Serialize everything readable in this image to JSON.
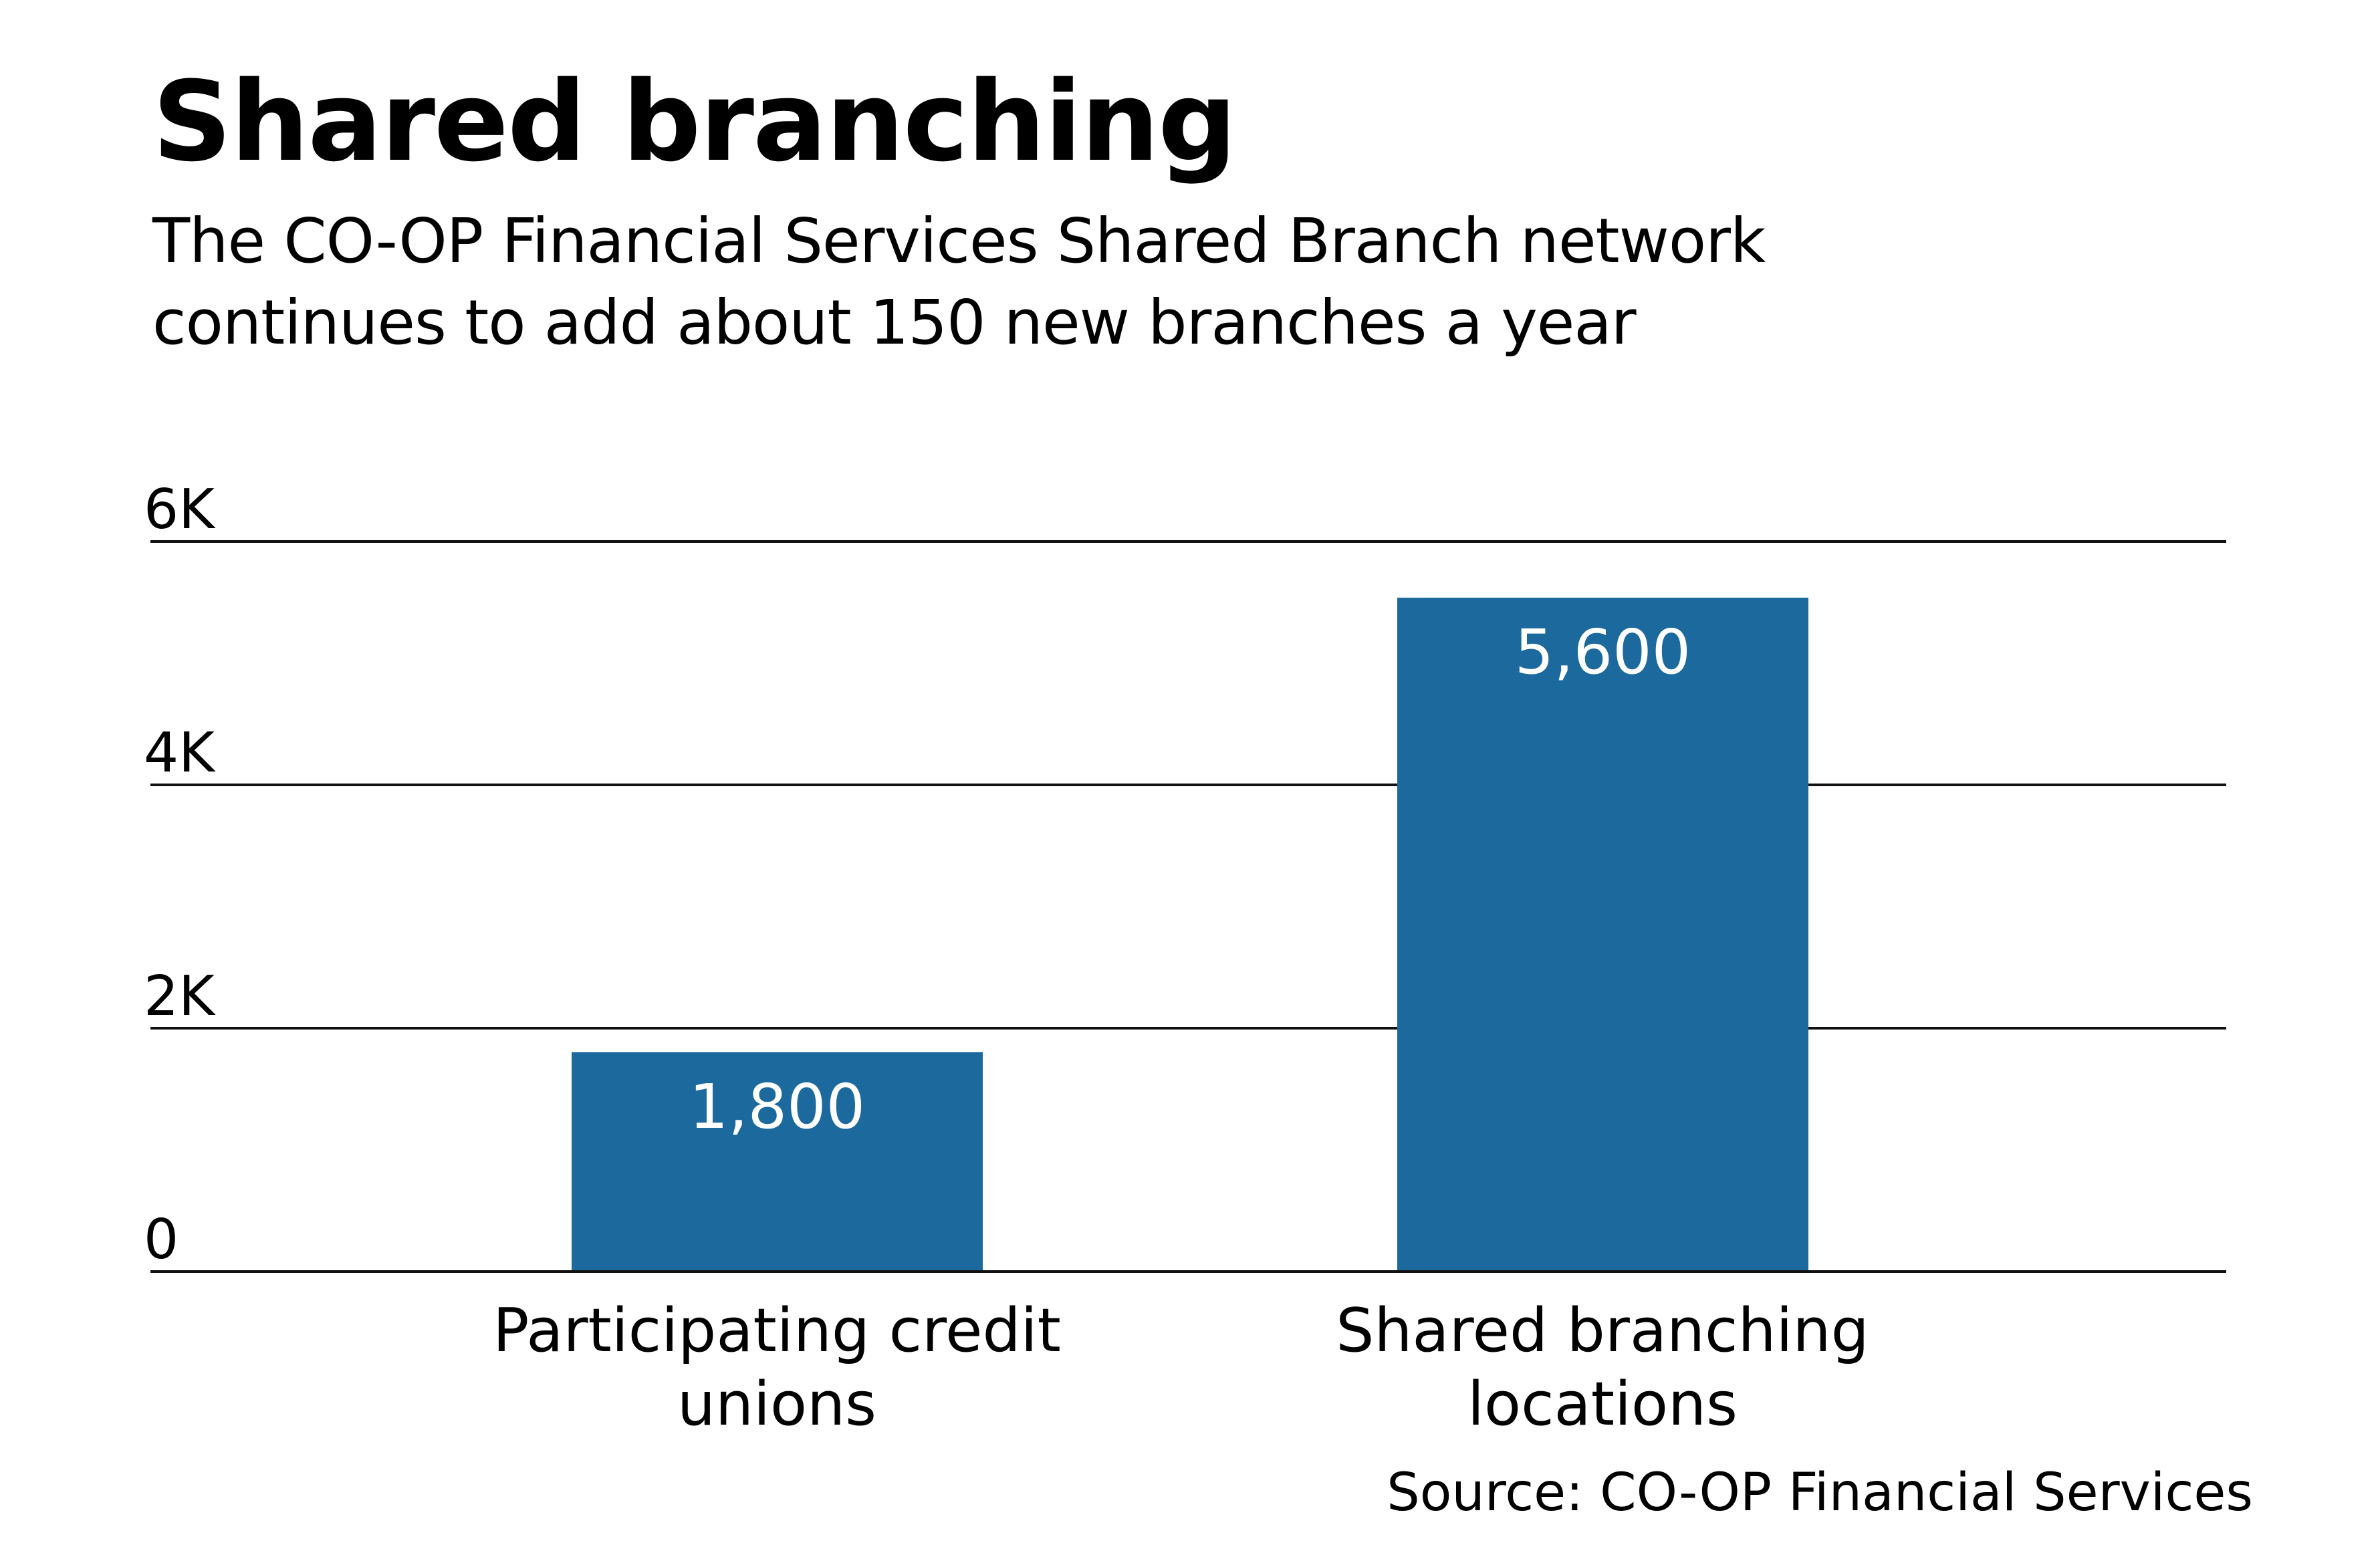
{
  "header": {
    "title": "Shared branching",
    "subtitle_line1": "The CO-OP Financial Services Shared Branch network",
    "subtitle_line2": "continues to add about 150 new branches a year"
  },
  "axis": {
    "ticks": [
      "6K",
      "4K",
      "2K",
      "0"
    ]
  },
  "bars": [
    {
      "category_line1": "Participating credit",
      "category_line2": "unions",
      "value_label": "1,800"
    },
    {
      "category_line1": "Shared branching",
      "category_line2": "locations",
      "value_label": "5,600"
    }
  ],
  "footer": {
    "source": "Source: CO-OP Financial Services"
  },
  "colors": {
    "bar": "#1c699e",
    "gridline": "#111111",
    "text": "#000000"
  },
  "chart_data": {
    "type": "bar",
    "title": "Shared branching",
    "subtitle": "The CO-OP Financial Services Shared Branch network continues to add about 150 new branches a year",
    "categories": [
      "Participating credit unions",
      "Shared branching locations"
    ],
    "values": [
      1800,
      5600
    ],
    "data_labels": [
      "1,800",
      "5,600"
    ],
    "xlabel": "",
    "ylabel": "",
    "ylim": [
      0,
      6000
    ],
    "yticks": [
      0,
      2000,
      4000,
      6000
    ],
    "ytick_labels": [
      "0",
      "2K",
      "4K",
      "6K"
    ],
    "grid": true,
    "legend": null,
    "source": "Source: CO-OP Financial Services"
  }
}
